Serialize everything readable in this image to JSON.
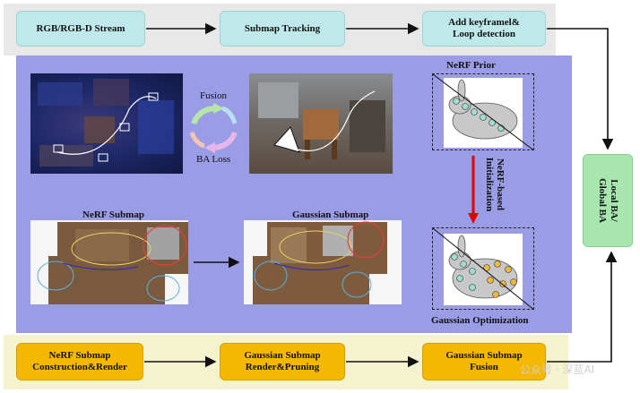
{
  "top_row": {
    "stream": "RGB/RGB-D Stream",
    "tracking": "Submap Tracking",
    "keyframe": "Add keyframel&\nLoop detection"
  },
  "middle": {
    "fusion_label": "Fusion",
    "ba_loss_label": "BA Loss",
    "nerf_prior": "NeRF Prior",
    "nerf_init": "NeRF-based\nInitialization",
    "nerf_submap": "NeRF Submap",
    "gaussian_submap": "Gaussian Submap",
    "gaussian_optimization": "Gaussian Optimization"
  },
  "side": {
    "ba": "Local BA/\nGlobal BA"
  },
  "bottom_row": {
    "nerf_construct": "NeRF Submap\nConstruction&Render",
    "gaussian_render": "Gaussian Submap\nRender&Pruning",
    "gaussian_fusion": "Gaussian Submap\nFusion"
  },
  "watermark": "公众号 · 深蓝AI",
  "colors": {
    "top_band": "#e8e8e8",
    "middle_band": "#9a9de6",
    "bottom_band": "#f5f3cf",
    "teal_box": "#bfe8ea",
    "gold_box": "#f5b800",
    "green_box": "#a8e6b0",
    "red_arrow": "#e00000"
  }
}
